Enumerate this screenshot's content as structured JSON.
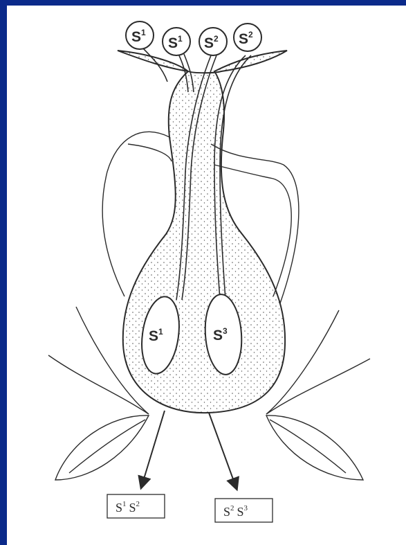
{
  "colors": {
    "background_border": "#0b2a8a",
    "paper": "#ffffff",
    "ink": "#2b2b2b"
  },
  "diagram": {
    "pollen_grains": [
      {
        "base": "S",
        "sup": "1"
      },
      {
        "base": "S",
        "sup": "1"
      },
      {
        "base": "S",
        "sup": "2"
      },
      {
        "base": "S",
        "sup": "2"
      }
    ],
    "ovules": [
      {
        "base": "S",
        "sup": "1"
      },
      {
        "base": "S",
        "sup": "3"
      }
    ],
    "outcomes": [
      {
        "a_base": "S",
        "a_sup": "1",
        "b_base": "S",
        "b_sup": "2"
      },
      {
        "a_base": "S",
        "a_sup": "2",
        "b_base": "S",
        "b_sup": "3"
      }
    ]
  }
}
